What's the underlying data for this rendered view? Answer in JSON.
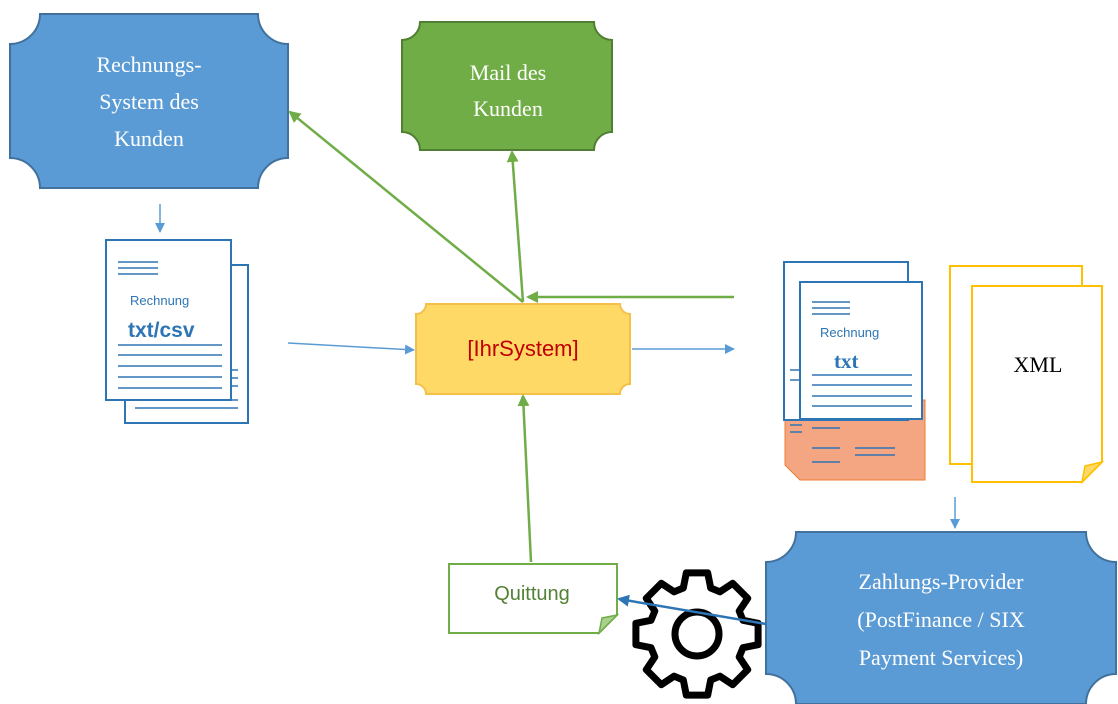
{
  "nodes": {
    "billing_system": {
      "lines": [
        "Rechnungs-",
        "System des",
        "Kunden"
      ]
    },
    "customer_mail": {
      "lines": [
        "Mail des",
        "Kunden"
      ]
    },
    "your_system": {
      "label": "[IhrSystem]"
    },
    "payment_provider": {
      "lines": [
        "Zahlungs-Provider",
        "(PostFinance / SIX",
        "Payment Services)"
      ]
    },
    "receipt": {
      "label": "Quittung"
    }
  },
  "documents": {
    "input_invoice": {
      "title": "Rechnung",
      "format": "txt/csv"
    },
    "output_invoice": {
      "title": "Rechnung",
      "format": "txt"
    },
    "xml_file": {
      "label": "XML"
    }
  },
  "icons": [
    "gear-icon",
    "document-icon"
  ],
  "colors": {
    "blue": "#5b9bd5",
    "blue_stroke": "#41719c",
    "green": "#70ad47",
    "green_stroke": "#507e32",
    "orange": "#ffd966",
    "orange_stroke": "#f4b183",
    "salmon": "#f4a582",
    "xml_yellow": "#ffc000",
    "red_text": "#c00000",
    "doc_blue": "#2e75b6"
  }
}
